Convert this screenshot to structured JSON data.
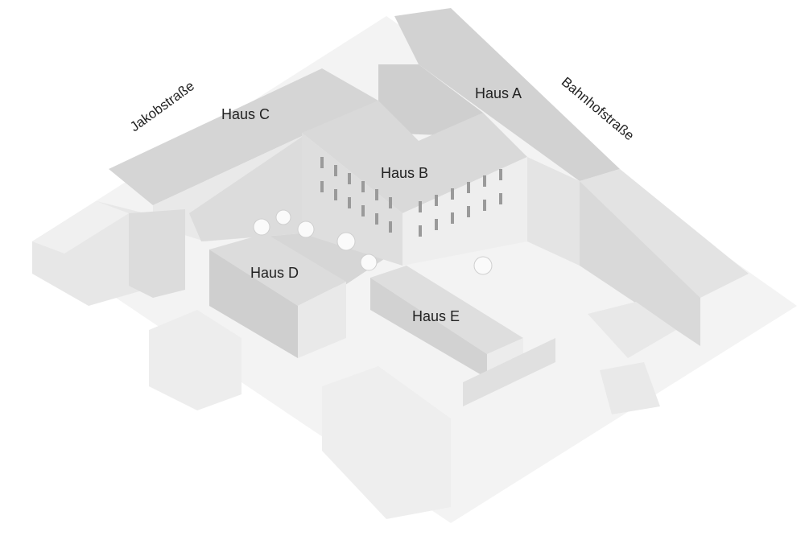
{
  "streets": [
    {
      "id": "jakobstrasse",
      "label": "Jakobstraße"
    },
    {
      "id": "bahnhofstrasse",
      "label": "Bahnhofstraße"
    }
  ],
  "buildings": [
    {
      "id": "haus-a",
      "label": "Haus A"
    },
    {
      "id": "haus-b",
      "label": "Haus B"
    },
    {
      "id": "haus-c",
      "label": "Haus C"
    },
    {
      "id": "haus-d",
      "label": "Haus D"
    },
    {
      "id": "haus-e",
      "label": "Haus E"
    }
  ],
  "colors": {
    "background": "#ffffff",
    "roof": "#d9d9d9",
    "wall_light": "#e6e6e6",
    "wall_dark": "#c4c4c4",
    "ground": "#f2f2f2",
    "shadow": "#bdbdbd",
    "window": "#8a8a8a",
    "text": "#222222"
  }
}
